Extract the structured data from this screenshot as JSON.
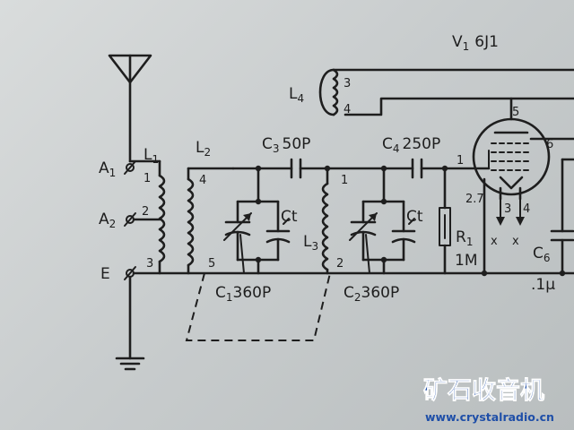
{
  "tube": {
    "name": "V",
    "name_sub": "1",
    "type": "6J1",
    "pins": [
      "1",
      "5",
      "6",
      "2.7",
      "3",
      "4"
    ],
    "heater_marks": [
      "x",
      "x"
    ]
  },
  "antenna": {
    "a1": "A",
    "a1_sub": "1",
    "a2": "A",
    "a2_sub": "2",
    "e": "E",
    "l1_pins": [
      "1",
      "2",
      "3"
    ]
  },
  "coils": {
    "l1": "L",
    "l1_sub": "1",
    "l2": "L",
    "l2_sub": "2",
    "l2_pins": [
      "4",
      "5"
    ],
    "l3": "L",
    "l3_sub": "3",
    "l3_pins": [
      "1",
      "2"
    ],
    "l4": "L",
    "l4_sub": "4",
    "l4_pins": [
      "3",
      "4"
    ]
  },
  "caps": {
    "c3": "C",
    "c3_sub": "3",
    "c3_val": "50P",
    "c4": "C",
    "c4_sub": "4",
    "c4_val": "250P",
    "c1": "C",
    "c1_sub": "1",
    "c1_val": "360P",
    "c2": "C",
    "c2_sub": "2",
    "c2_val": "360P",
    "ct": "Ct",
    "c6": "C",
    "c6_sub": "6",
    "c6_val": ".1μ"
  },
  "resistor": {
    "name": "R",
    "name_sub": "1",
    "value": "1M"
  },
  "watermark": {
    "title": "矿石收音机",
    "url": "www.crystalradio.cn"
  },
  "colors": {
    "ink": "#1e1e1e",
    "paper": "#cfd3d4",
    "watermark": "#1f4fa8"
  }
}
